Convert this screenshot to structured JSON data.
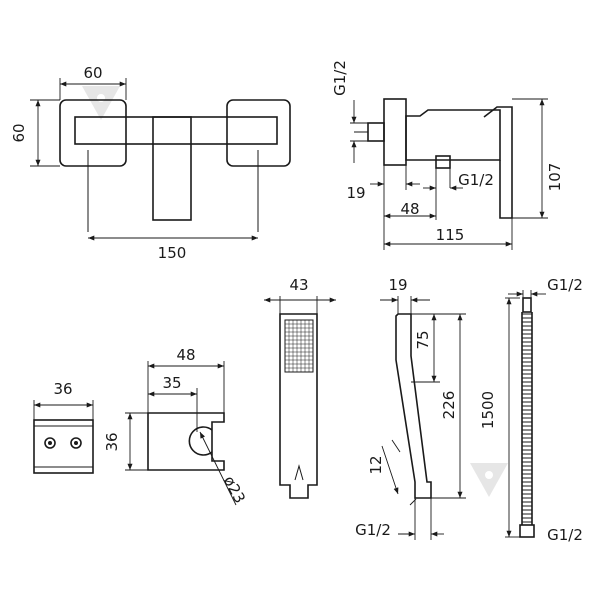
{
  "labels": {
    "mixer_front_width_top": "60",
    "mixer_front_height": "60",
    "mixer_front_centers": "150",
    "mixer_side_thread": "G1/2",
    "mixer_side_thread_outlet": "G1/2",
    "mixer_side_19": "19",
    "mixer_side_48": "48",
    "mixer_side_115": "115",
    "mixer_side_107": "107",
    "handshower_width": "43",
    "handshower_side_width": "19",
    "handshower_75": "75",
    "handshower_226": "226",
    "handshower_12": "12",
    "handshower_thread": "G1/2",
    "hose_top_thread": "G1/2",
    "hose_length": "1500",
    "hose_bottom_thread": "G1/2",
    "wall_plate_width": "36",
    "holder_48": "48",
    "holder_35": "35",
    "holder_36": "36",
    "holder_diameter": "ø23"
  }
}
